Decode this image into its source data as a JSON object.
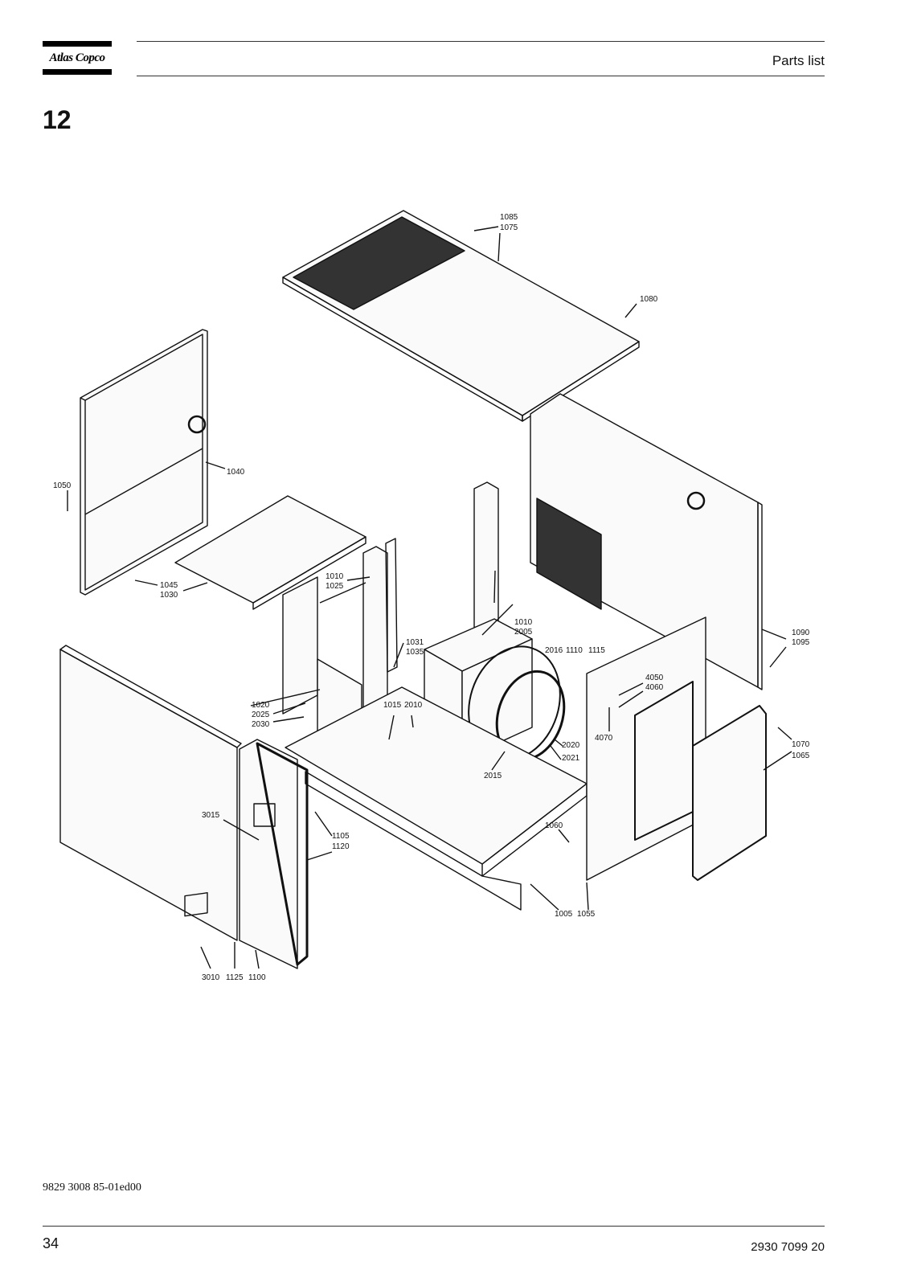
{
  "header": {
    "brand": "Atlas Copco",
    "title": "Parts list"
  },
  "section_number": "12",
  "callouts": {
    "c1085": "1085",
    "c1075": "1075",
    "c1080": "1080",
    "c1040": "1040",
    "c1050": "1050",
    "c1045": "1045",
    "c1030": "1030",
    "c1010a": "1010",
    "c1025": "1025",
    "c1010b": "1010",
    "c2005": "2005",
    "c1031": "1031",
    "c1035": "1035",
    "c1090": "1090",
    "c1095": "1095",
    "c2016": "2016",
    "c1110": "1110",
    "c1115": "1115",
    "c4050": "4050",
    "c4060": "4060",
    "c1020": "1020",
    "c2025": "2025",
    "c2030": "2030",
    "c1015": "1015",
    "c2010": "2010",
    "c4070": "4070",
    "c1070": "1070",
    "c1065": "1065",
    "c2020": "2020",
    "c2021": "2021",
    "c2015": "2015",
    "c3015": "3015",
    "c1105": "1105",
    "c1120": "1120",
    "c1060": "1060",
    "c1005": "1005",
    "c1055": "1055",
    "c3010": "3010",
    "c1125": "1125",
    "c1100": "1100"
  },
  "footer": {
    "doc_code": "9829 3008 85-01ed00",
    "page_number": "34",
    "reference": "2930 7099 20"
  }
}
